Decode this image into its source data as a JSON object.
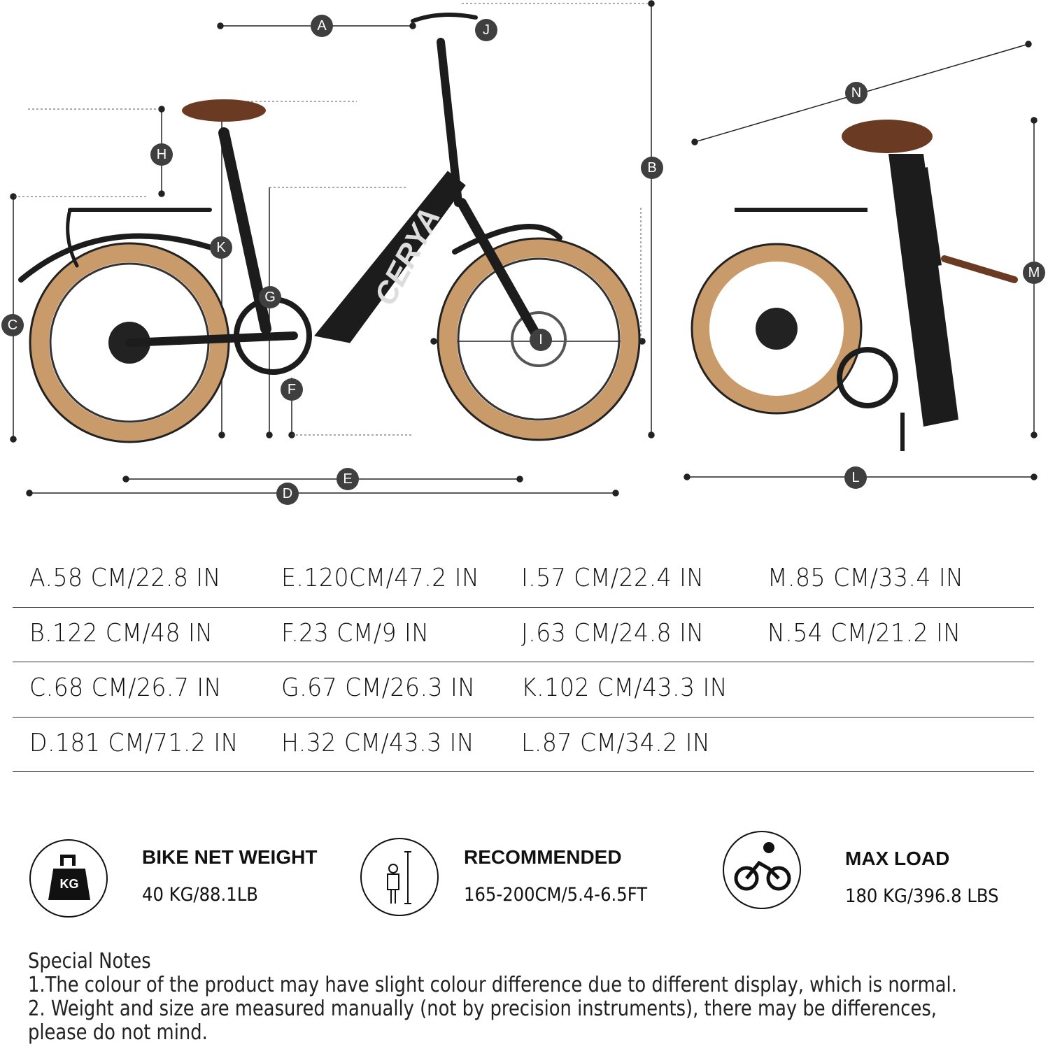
{
  "brand_logo": "CERYA",
  "markers": {
    "A": "A",
    "B": "B",
    "C": "C",
    "D": "D",
    "E": "E",
    "F": "F",
    "G": "G",
    "H": "H",
    "I": "I",
    "J": "J",
    "K": "K",
    "L": "L",
    "M": "M",
    "N": "N"
  },
  "dimensions": [
    [
      "A.58 CM/22.8 IN",
      "E.120CM/47.2 IN",
      "I.57 CM/22.4 IN",
      "M.85  CM/33.4  IN"
    ],
    [
      "B.122 CM/48 IN",
      "F.23 CM/9 IN",
      "J.63 CM/24.8 IN",
      "N.54  CM/21.2  IN"
    ],
    [
      "C.68 CM/26.7 IN",
      "G.67 CM/26.3 IN",
      "K.102 CM/43.3 IN",
      ""
    ],
    [
      "D.181 CM/71.2 IN",
      "H.32 CM/43.3 IN",
      "L.87 CM/34.2 IN",
      ""
    ]
  ],
  "specs": [
    {
      "title": "BIKE NET WEIGHT",
      "value": "40 KG/88.1LB",
      "icon": "weight-kg-icon",
      "icon_text": "KG"
    },
    {
      "title": "RECOMMENDED",
      "value": "165-200CM/5.4-6.5FT",
      "icon": "height-ruler-icon"
    },
    {
      "title": "MAX LOAD",
      "value": "180 KG/396.8 LBS",
      "icon": "cyclist-icon"
    }
  ],
  "notes": {
    "title": "Special Notes",
    "lines": [
      "1.The colour of the product may have slight colour difference due to different display, which is normal.",
      "2. Weight and size are measured manually (not by precision instruments), there may be differences,",
      "please do not mind."
    ]
  },
  "colors": {
    "tire": "#c99a6a",
    "frame": "#1c1c1c",
    "marker": "#3f3f3f",
    "accent": "#f08a1c"
  }
}
